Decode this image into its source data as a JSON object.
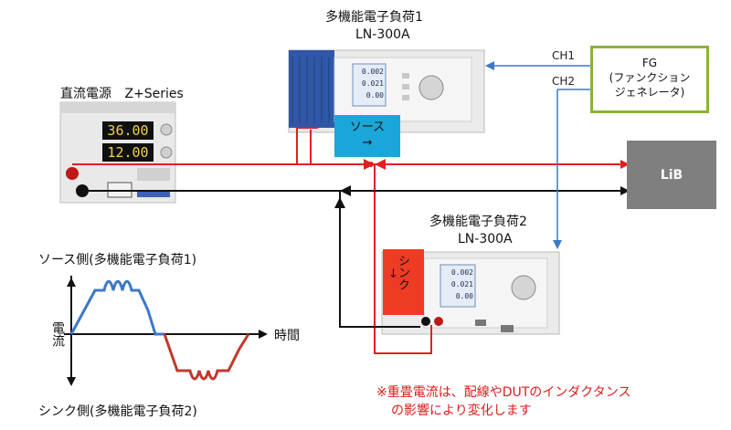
{
  "title_dc": "直流電源",
  "title_dc_series": "Z+Series",
  "load1": {
    "title": "多機能電子負荷1",
    "model": "LN-300A"
  },
  "load2": {
    "title": "多機能電子負荷2",
    "model": "LN-300A"
  },
  "fg": {
    "line1": "FG",
    "line2": "(ファンクション",
    "line3": "ジェネレータ)"
  },
  "ch1": "CH1",
  "ch2": "CH2",
  "lib": "LiB",
  "source_box": {
    "label": "ソース",
    "arrow": "→"
  },
  "sink_box": {
    "label": "シンク",
    "arrow": "↓"
  },
  "waveform": {
    "source_side": "ソース側(多機能電子負荷1)",
    "sink_side": "シンク側(多機能電子負荷2)",
    "y_label": "電流",
    "x_label": "時間"
  },
  "note": {
    "line1": "※重畳電流は、配線やDUTのインダクタンス",
    "line2": "の影響により変化します"
  },
  "device_display": {
    "psu_v": "36.00",
    "psu_i": "12.00",
    "load_v": "0.002",
    "load_i": "0.021",
    "load_p": "0.00"
  },
  "colors": {
    "red_wire": "#e02020",
    "black_wire": "#111111",
    "signal_blue": "#3c78c8",
    "fg_border": "#8cb23a",
    "lib_fill": "#7f7f7f",
    "source_fill": "#1aa6d8",
    "sink_fill": "#ee3b24",
    "wave_blue": "#3c78c8",
    "wave_red": "#c0392b"
  }
}
